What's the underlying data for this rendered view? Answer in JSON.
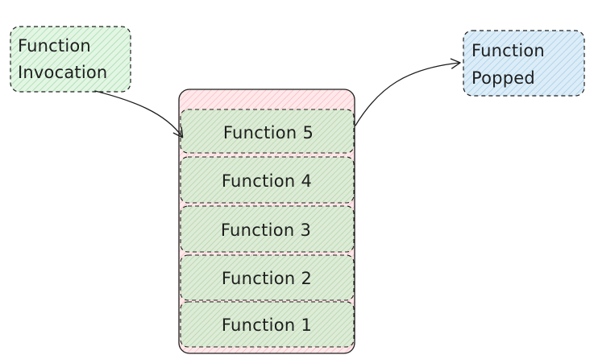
{
  "invocation_note": {
    "line1": "Function",
    "line2": "Invocation",
    "fill": "#d9f5dc",
    "stroke": "#1e1e1e"
  },
  "popped_note": {
    "line1": "Function",
    "line2": "Popped",
    "fill": "#cfe8f6",
    "stroke": "#1e1e1e"
  },
  "stack": {
    "container_fill": "#ffd9dc",
    "frame_fill": "#d8ecd0",
    "frames": [
      {
        "label": "Function 5"
      },
      {
        "label": "Function 4"
      },
      {
        "label": "Function 3"
      },
      {
        "label": "Function 2"
      },
      {
        "label": "Function 1"
      }
    ]
  }
}
